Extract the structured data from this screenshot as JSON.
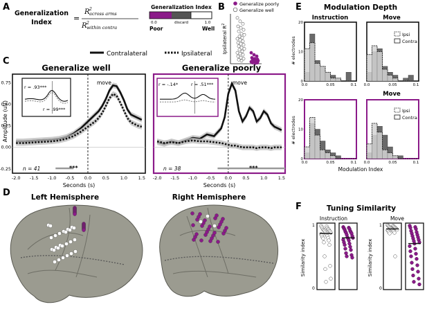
{
  "panels": {
    "A": {
      "label": "A",
      "gi_left_1": "Generalization",
      "gi_left_2": "Index",
      "eq": "=",
      "numerator_main": "R",
      "numerator_sup": "2",
      "numerator_sub": "across arms",
      "denominator_main": "R",
      "denominator_sup": "2",
      "denominator_sub": "within contra",
      "colorbar_title": "Generalization Index",
      "cb_tick_0": "0.0",
      "cb_tick_discard": "discard",
      "cb_tick_1": "1.0",
      "poor_label": "Poor",
      "well_label": "Well",
      "colors": {
        "poor": "#8b1a89",
        "discard": "#555555",
        "well": "#ffffff"
      }
    },
    "B": {
      "label": "B",
      "legend_poor": "Generalize poorly",
      "legend_well": "Generalize well",
      "ylabel_main": "Ipsilateral R",
      "ylabel_sup": "2"
    },
    "C": {
      "label": "C",
      "legend_contra": "Contralateral",
      "legend_ipsi": "Ipsilateral",
      "title_well": "Generalize well",
      "title_poor": "Generalize poorly",
      "ylabel": "Amplitude (uV)",
      "xlabel": "Seconds (s)",
      "move_label": "move",
      "n_well": "n = 41",
      "n_poor": "n = 38",
      "stars_well": "***",
      "stars_poor": "***",
      "inset_well_r1": "r = .93***",
      "inset_well_r2": "r = .99***",
      "inset_poor_r1": "r = -.14*",
      "inset_poor_r2": "r = .51***",
      "xticks": [
        "-2.0",
        "-1.5",
        "-1.0",
        "-0.5",
        "0.0",
        "0.5",
        "1.0",
        "1.5"
      ],
      "yticks": [
        "0.75",
        "0.50",
        "0.25",
        "0.00",
        "-0.25"
      ]
    },
    "D": {
      "label": "D",
      "title_left": "Left Hemisphere",
      "title_right": "Right Hemisphere"
    },
    "E": {
      "label": "E",
      "title": "Modulation  Depth",
      "col1": "Instruction",
      "col2": "Move",
      "col2b": "Move",
      "ylabel": "# electrodes",
      "xlabel": "Modulation Index",
      "legend_ipsi": "Ipsi",
      "legend_contra": "Contra",
      "yticks": [
        "20",
        "10",
        "0"
      ],
      "xticks": [
        "0.0",
        "0.05",
        "0.1"
      ]
    },
    "F": {
      "label": "F",
      "title": "Tuning Similarity",
      "col1": "Instruction",
      "col2": "Move",
      "ylabel": "Similarity index",
      "ytick_top": "1",
      "ytick_bottom": "0"
    }
  },
  "chart_data": [
    {
      "type": "line",
      "title": "Generalize well",
      "xlabel": "Seconds (s)",
      "ylabel": "Amplitude (uV)",
      "xlim": [
        -2.1,
        1.6
      ],
      "ylim": [
        -0.3,
        0.85
      ],
      "series": [
        {
          "name": "Contralateral",
          "x": [
            -2.0,
            -1.8,
            -1.6,
            -1.4,
            -1.2,
            -1.0,
            -0.8,
            -0.6,
            -0.4,
            -0.2,
            0.0,
            0.1,
            0.2,
            0.3,
            0.4,
            0.5,
            0.6,
            0.7,
            0.8,
            0.9,
            1.0,
            1.1,
            1.2,
            1.3,
            1.4,
            1.5
          ],
          "y": [
            0.07,
            0.07,
            0.075,
            0.08,
            0.085,
            0.09,
            0.1,
            0.12,
            0.16,
            0.22,
            0.3,
            0.34,
            0.38,
            0.42,
            0.48,
            0.56,
            0.66,
            0.72,
            0.71,
            0.64,
            0.55,
            0.44,
            0.38,
            0.36,
            0.34,
            0.32
          ]
        },
        {
          "name": "Ipsilateral",
          "x": [
            -2.0,
            -1.8,
            -1.6,
            -1.4,
            -1.2,
            -1.0,
            -0.8,
            -0.6,
            -0.4,
            -0.2,
            0.0,
            0.1,
            0.2,
            0.3,
            0.4,
            0.5,
            0.6,
            0.7,
            0.8,
            0.9,
            1.0,
            1.1,
            1.2,
            1.3,
            1.4,
            1.5
          ],
          "y": [
            0.05,
            0.05,
            0.055,
            0.06,
            0.065,
            0.07,
            0.08,
            0.1,
            0.13,
            0.18,
            0.24,
            0.27,
            0.3,
            0.34,
            0.4,
            0.48,
            0.57,
            0.62,
            0.6,
            0.52,
            0.43,
            0.34,
            0.29,
            0.27,
            0.25,
            0.24
          ]
        }
      ]
    },
    {
      "type": "line",
      "title": "Generalize poorly",
      "xlabel": "Seconds (s)",
      "xlim": [
        -2.1,
        1.6
      ],
      "ylim": [
        -0.3,
        0.85
      ],
      "series": [
        {
          "name": "Contralateral",
          "x": [
            -2.0,
            -1.8,
            -1.6,
            -1.4,
            -1.2,
            -1.0,
            -0.8,
            -0.6,
            -0.4,
            -0.2,
            -0.1,
            0.0,
            0.1,
            0.2,
            0.3,
            0.4,
            0.5,
            0.6,
            0.7,
            0.8,
            0.9,
            1.0,
            1.1,
            1.2,
            1.3,
            1.4,
            1.5
          ],
          "y": [
            0.06,
            0.04,
            0.07,
            0.05,
            0.08,
            0.11,
            0.1,
            0.15,
            0.13,
            0.22,
            0.35,
            0.62,
            0.74,
            0.66,
            0.42,
            0.3,
            0.36,
            0.46,
            0.42,
            0.3,
            0.34,
            0.42,
            0.38,
            0.28,
            0.24,
            0.22,
            0.2
          ]
        },
        {
          "name": "Ipsilateral",
          "x": [
            -2.0,
            -1.8,
            -1.6,
            -1.4,
            -1.2,
            -1.0,
            -0.8,
            -0.6,
            -0.4,
            -0.2,
            -0.1,
            0.0,
            0.1,
            0.2,
            0.3,
            0.4,
            0.5,
            0.6,
            0.7,
            0.8,
            0.9,
            1.0,
            1.1,
            1.2,
            1.3,
            1.4,
            1.5
          ],
          "y": [
            0.07,
            0.05,
            0.06,
            0.05,
            0.07,
            0.08,
            0.07,
            0.07,
            0.06,
            0.05,
            0.04,
            0.03,
            0.02,
            0.02,
            0.01,
            0.0,
            0.0,
            0.0,
            0.0,
            -0.01,
            0.0,
            0.0,
            0.0,
            -0.01,
            0.0,
            0.0,
            0.0
          ]
        }
      ]
    },
    {
      "type": "bar",
      "title": "Instruction",
      "xlabel": "Modulation Index",
      "ylabel": "# electrodes",
      "xlim": [
        0,
        0.1
      ],
      "ylim": [
        0,
        20
      ],
      "bin_edges": [
        0,
        0.01,
        0.02,
        0.03,
        0.04,
        0.05,
        0.06,
        0.07,
        0.08,
        0.09,
        0.1
      ],
      "series": [
        {
          "name": "Ipsi",
          "values": [
            11,
            13,
            6,
            5,
            3,
            1,
            1,
            0,
            0,
            0
          ]
        },
        {
          "name": "Contra",
          "values": [
            3,
            16,
            7,
            5,
            3,
            2,
            1,
            0,
            3,
            0
          ]
        }
      ]
    },
    {
      "type": "bar",
      "title": "Move",
      "xlabel": "Modulation Index",
      "xlim": [
        0,
        0.1
      ],
      "ylim": [
        0,
        20
      ],
      "bin_edges": [
        0,
        0.01,
        0.02,
        0.03,
        0.04,
        0.05,
        0.06,
        0.07,
        0.08,
        0.09,
        0.1
      ],
      "series": [
        {
          "name": "Ipsi",
          "values": [
            9,
            12,
            10,
            4,
            2,
            1,
            0,
            0,
            0,
            0
          ]
        },
        {
          "name": "Contra",
          "values": [
            3,
            10,
            11,
            5,
            3,
            2,
            0,
            1,
            2,
            0
          ]
        }
      ]
    },
    {
      "type": "bar",
      "xlabel": "Modulation Index",
      "ylabel": "# electrodes",
      "xlim": [
        0,
        0.1
      ],
      "ylim": [
        0,
        20
      ],
      "bin_edges": [
        0,
        0.01,
        0.02,
        0.03,
        0.04,
        0.05,
        0.06,
        0.07,
        0.08,
        0.09,
        0.1
      ],
      "series": [
        {
          "name": "Ipsi",
          "values": [
            4,
            14,
            8,
            3,
            2,
            1,
            0,
            0,
            0,
            0
          ]
        },
        {
          "name": "Contra",
          "values": [
            2,
            12,
            10,
            6,
            3,
            2,
            1,
            0,
            0,
            0
          ]
        }
      ]
    },
    {
      "type": "bar",
      "title": "Move",
      "xlabel": "Modulation Index",
      "xlim": [
        0,
        0.1
      ],
      "ylim": [
        0,
        20
      ],
      "bin_edges": [
        0,
        0.01,
        0.02,
        0.03,
        0.04,
        0.05,
        0.06,
        0.07,
        0.08,
        0.09,
        0.1
      ],
      "series": [
        {
          "name": "Ipsi",
          "values": [
            5,
            12,
            9,
            3,
            2,
            1,
            0,
            0,
            0,
            0
          ]
        },
        {
          "name": "Contra",
          "values": [
            2,
            8,
            11,
            8,
            4,
            1,
            1,
            0,
            0,
            0
          ]
        }
      ]
    },
    {
      "type": "scatter",
      "title": "Instruction",
      "ylabel": "Similarity index",
      "ylim": [
        0,
        1
      ],
      "series": [
        {
          "name": "Generalize well",
          "values": [
            0.98,
            0.97,
            0.96,
            0.95,
            0.94,
            0.93,
            0.92,
            0.92,
            0.91,
            0.9,
            0.9,
            0.89,
            0.88,
            0.87,
            0.86,
            0.85,
            0.84,
            0.83,
            0.82,
            0.8,
            0.79,
            0.78,
            0.75,
            0.72,
            0.68,
            0.5,
            0.35,
            0.3,
            0.15,
            0.1
          ]
        },
        {
          "name": "Generalize poorly",
          "values": [
            0.96,
            0.95,
            0.94,
            0.93,
            0.92,
            0.9,
            0.89,
            0.88,
            0.87,
            0.86,
            0.84,
            0.82,
            0.8,
            0.79,
            0.78,
            0.76,
            0.75,
            0.72,
            0.7,
            0.68,
            0.65,
            0.62,
            0.6,
            0.55,
            0.52,
            0.5,
            0.48
          ]
        }
      ]
    },
    {
      "type": "scatter",
      "title": "Move",
      "ylabel": "Similarity index",
      "ylim": [
        0,
        1
      ],
      "series": [
        {
          "name": "Generalize well",
          "values": [
            0.99,
            0.98,
            0.98,
            0.97,
            0.97,
            0.96,
            0.96,
            0.95,
            0.95,
            0.94,
            0.94,
            0.93,
            0.93,
            0.92,
            0.92,
            0.91,
            0.9,
            0.9,
            0.89,
            0.88,
            0.87,
            0.86,
            0.5
          ]
        },
        {
          "name": "Generalize poorly",
          "values": [
            0.98,
            0.96,
            0.95,
            0.93,
            0.9,
            0.88,
            0.86,
            0.84,
            0.82,
            0.8,
            0.78,
            0.76,
            0.74,
            0.72,
            0.7,
            0.66,
            0.62,
            0.58,
            0.54,
            0.5,
            0.46,
            0.4,
            0.36,
            0.3,
            0.26,
            0.2,
            0.15,
            0.1,
            0.06
          ]
        }
      ]
    },
    {
      "type": "scatter",
      "ylabel": "Ipsilateral R2",
      "ylim": [
        0,
        1
      ],
      "series": [
        {
          "name": "Generalize well",
          "values": [
            0.92,
            0.85,
            0.8,
            0.75,
            0.72,
            0.68,
            0.65,
            0.6,
            0.58,
            0.55,
            0.52,
            0.5,
            0.48,
            0.45,
            0.42,
            0.4,
            0.38,
            0.35,
            0.32,
            0.3,
            0.28,
            0.25,
            0.22,
            0.2,
            0.18,
            0.15,
            0.12,
            0.1,
            0.08,
            0.06
          ]
        },
        {
          "name": "Generalize poorly",
          "values": [
            0.22,
            0.18,
            0.15,
            0.12,
            0.1,
            0.09,
            0.08,
            0.07,
            0.06,
            0.05,
            0.05,
            0.04,
            0.04,
            0.03,
            0.03,
            0.02,
            0.02,
            0.02,
            0.01
          ]
        }
      ]
    }
  ]
}
